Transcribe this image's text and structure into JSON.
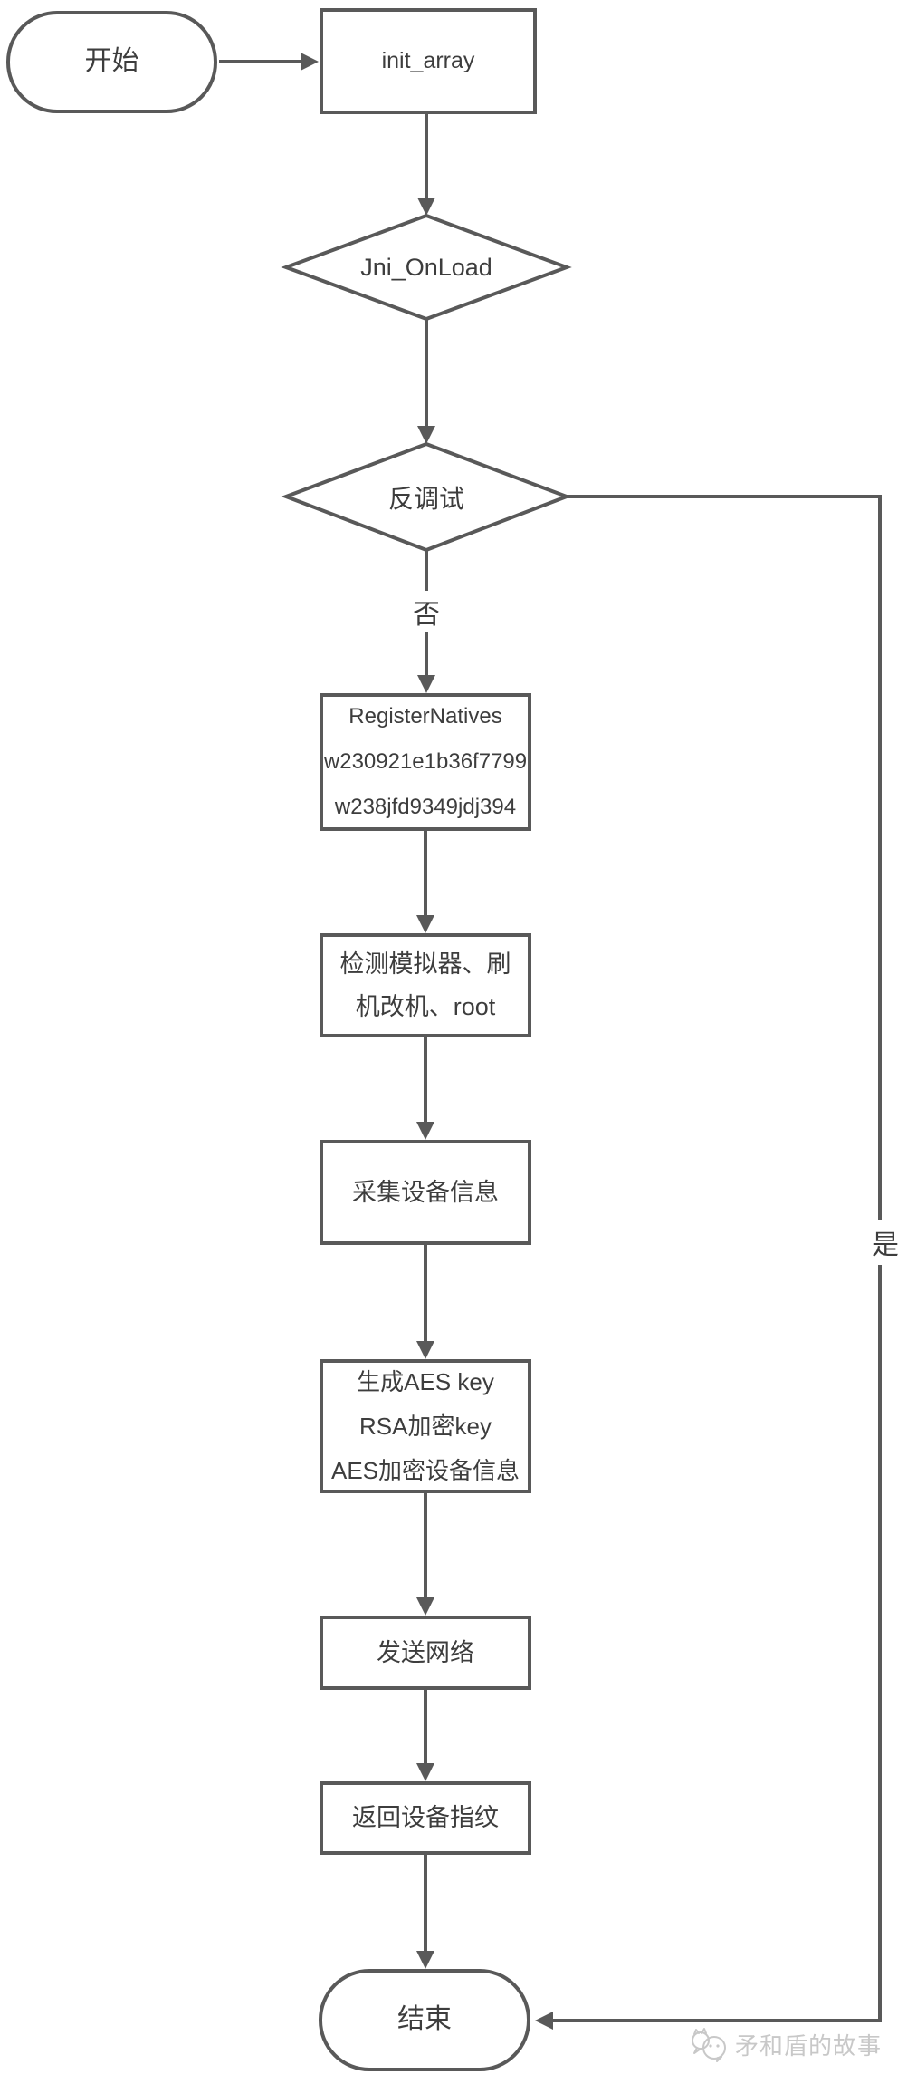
{
  "flowchart": {
    "nodes": {
      "start": {
        "label": "开始"
      },
      "init_array": {
        "label": "init_array"
      },
      "jni_onload": {
        "label": "Jni_OnLoad"
      },
      "anti_debug": {
        "label": "反调试"
      },
      "register_natives": {
        "lines": [
          "RegisterNatives",
          "w230921e1b36f7799",
          "w238jfd9349jdj394"
        ]
      },
      "detect_env": {
        "label": "检测模拟器、刷机改机、root"
      },
      "collect_info": {
        "label": "采集设备信息"
      },
      "encrypt": {
        "lines": [
          "生成AES key",
          "RSA加密key",
          "AES加密设备信息"
        ]
      },
      "send_network": {
        "label": "发送网络"
      },
      "return_fingerprint": {
        "label": "返回设备指纹"
      },
      "end": {
        "label": "结束"
      }
    },
    "edge_labels": {
      "no": "否",
      "yes": "是"
    },
    "colors": {
      "stroke": "#595959",
      "node_text": "#3d3d3d",
      "background": "#ffffff",
      "watermark": "#c8c8c8"
    }
  },
  "watermark": {
    "text": "矛和盾的故事"
  }
}
